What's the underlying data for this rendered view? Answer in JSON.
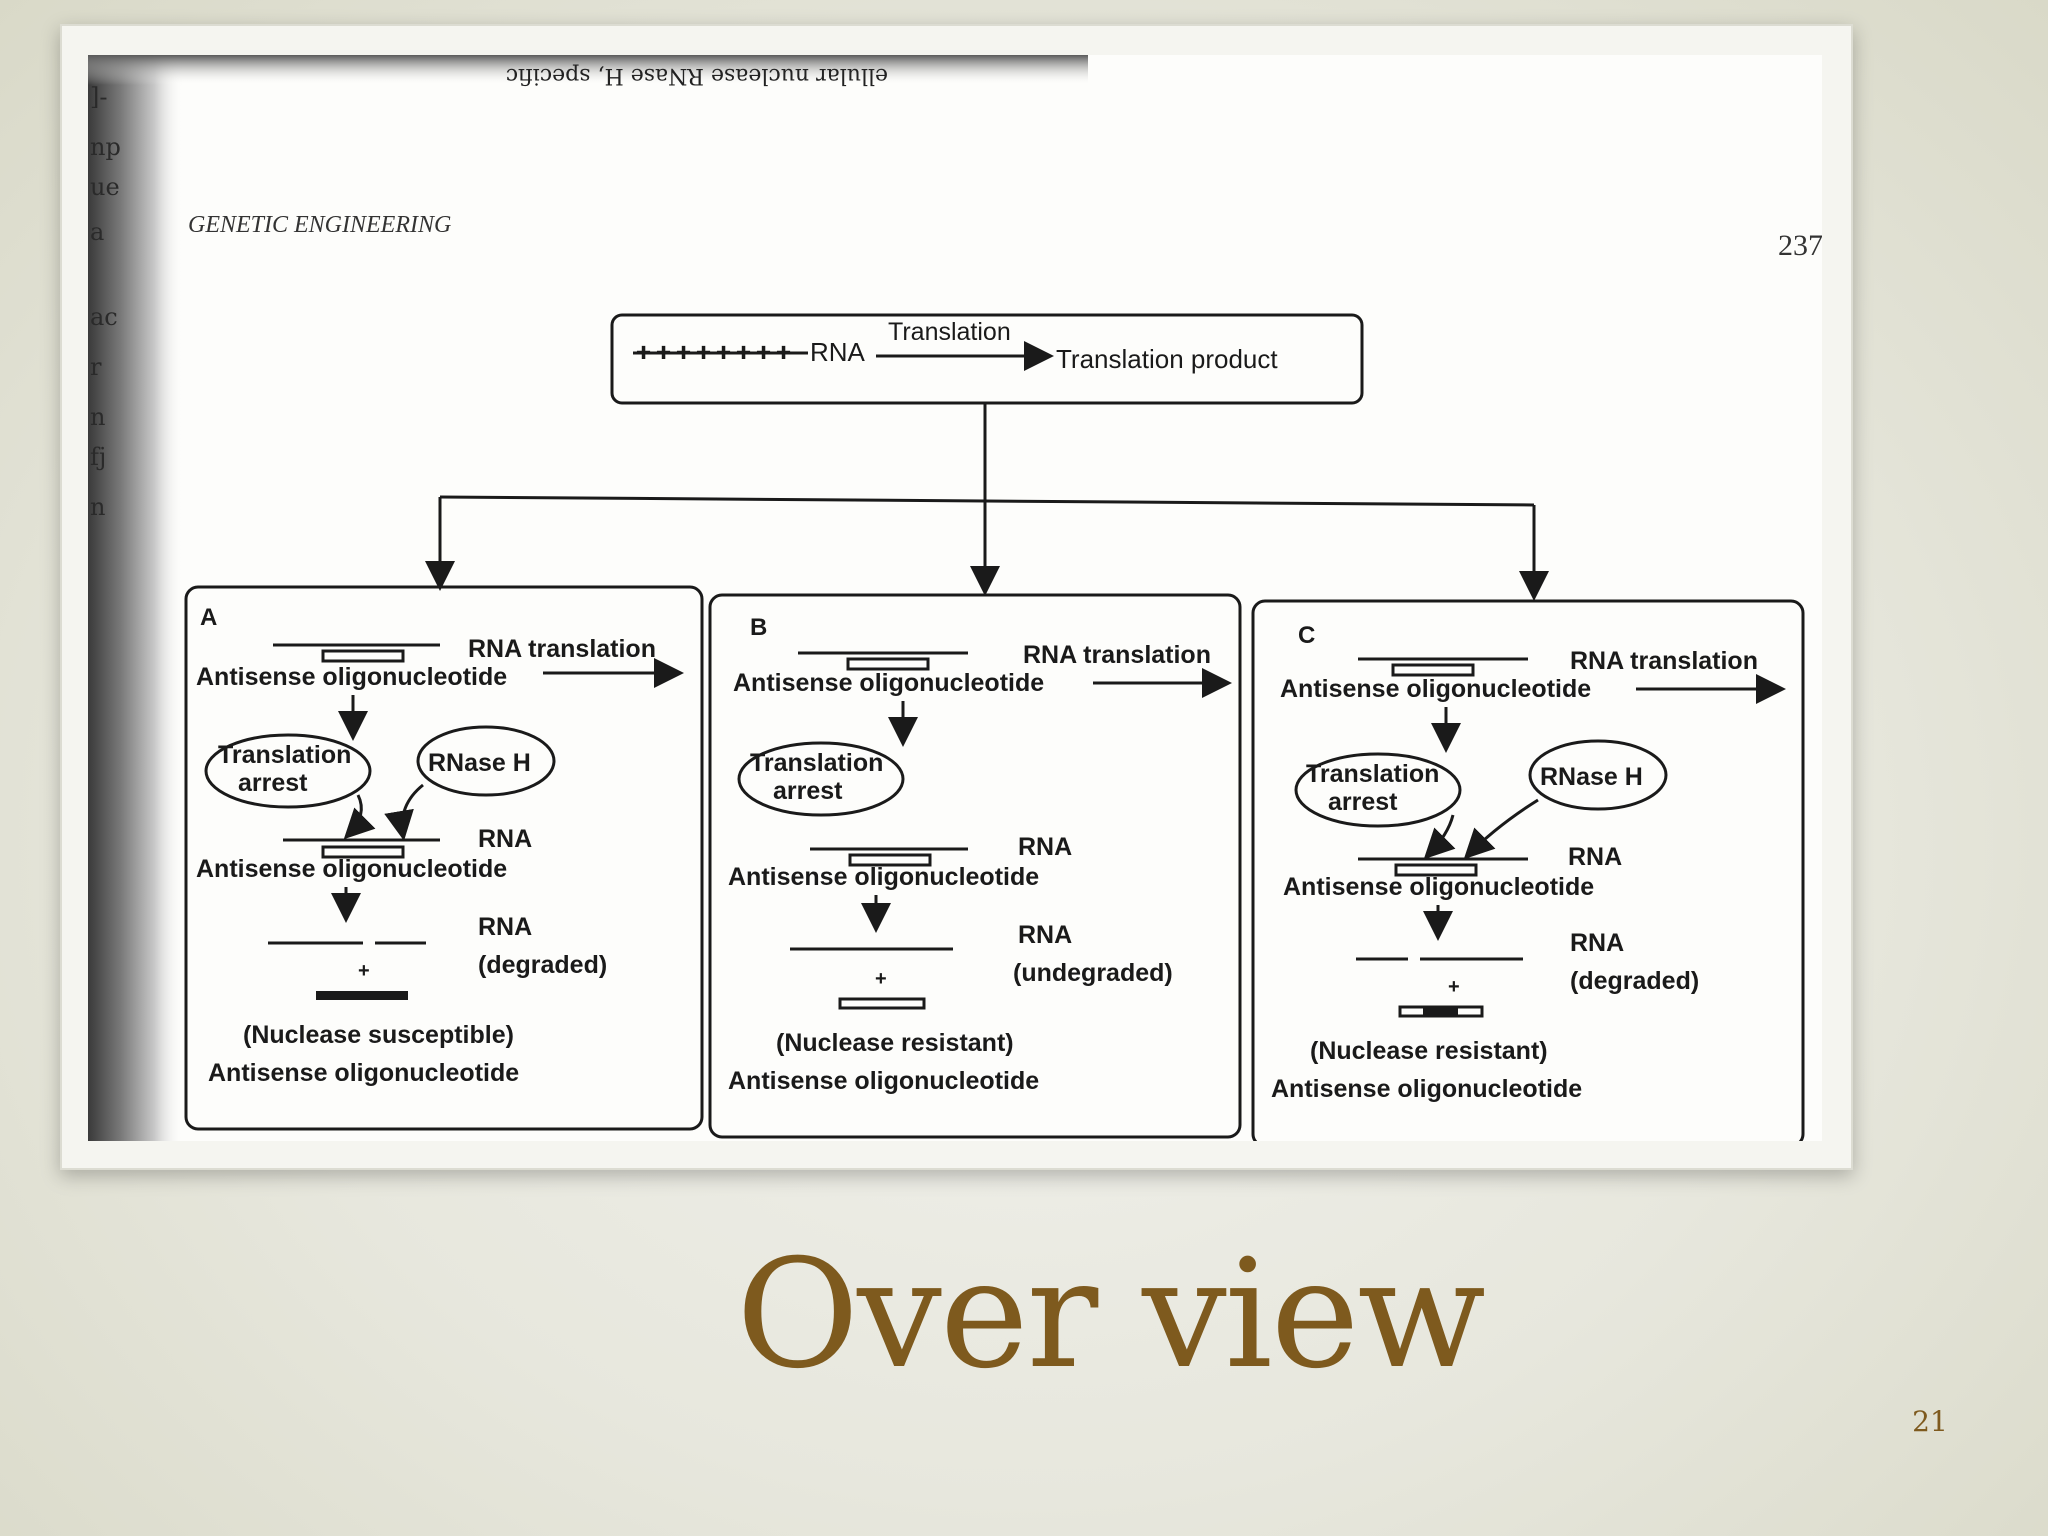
{
  "slide": {
    "title": "Over view",
    "page_number": "21",
    "title_color": "#7e5a1e"
  },
  "scan": {
    "mirrored_header_fragment": "ellular nuclease RNase H, specific",
    "running_head": "GENETIC ENGINEERING",
    "page_number": "237",
    "top_box": {
      "source": "RNA",
      "arrow_label": "Translation",
      "product": "Translation product"
    },
    "panels": [
      {
        "letter": "A",
        "rna_translation": "RNA translation",
        "antisense_1": "Antisense oligonucleotide",
        "translation_arrest": [
          "Translation",
          "arrest"
        ],
        "rnase": "RNase H",
        "rna_2": "RNA",
        "antisense_2": "Antisense oligonucleotide",
        "rna_3": "RNA",
        "status": "(degraded)",
        "nuclease": "(Nuclease susceptible)",
        "antisense_3": "Antisense oligonucleotide"
      },
      {
        "letter": "B",
        "rna_translation": "RNA translation",
        "antisense_1": "Antisense oligonucleotide",
        "translation_arrest": [
          "Translation",
          "arrest"
        ],
        "rnase": "",
        "rna_2": "RNA",
        "antisense_2": "Antisense oligonucleotide",
        "rna_3": "RNA",
        "status": "(undegraded)",
        "nuclease": "(Nuclease resistant)",
        "antisense_3": "Antisense oligonucleotide"
      },
      {
        "letter": "C",
        "rna_translation": "RNA translation",
        "antisense_1": "Antisense oligonucleotide",
        "translation_arrest": [
          "Translation",
          "arrest"
        ],
        "rnase": "RNase H",
        "rna_2": "RNA",
        "antisense_2": "Antisense oligonucleotide",
        "rna_3": "RNA",
        "status": "(degraded)",
        "nuclease": "(Nuclease resistant)",
        "antisense_3": "Antisense oligonucleotide"
      }
    ]
  }
}
